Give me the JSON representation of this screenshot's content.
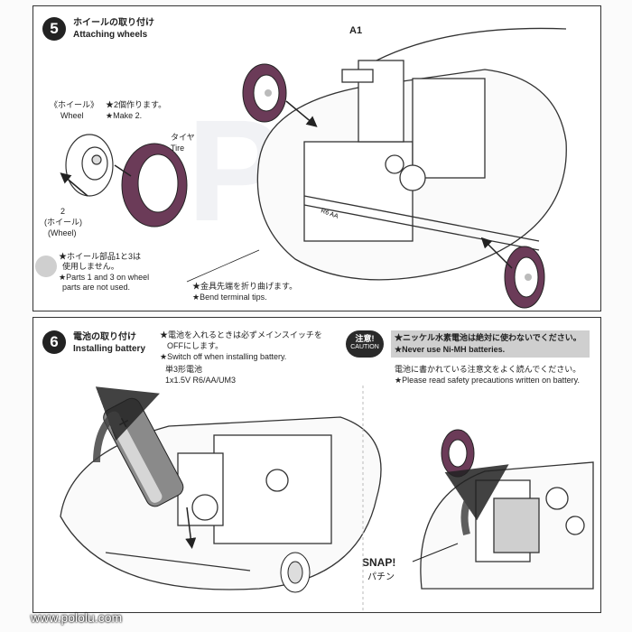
{
  "step5": {
    "number": "5",
    "title_jp": "ホイールの取り付け",
    "title_en": "Attaching wheels",
    "part_label": "A1",
    "wheel_label_jp": "《ホイール》",
    "wheel_label_en": "Wheel",
    "make2_jp": "★2個作ります。",
    "make2_en": "★Make 2.",
    "tire_jp": "タイヤ",
    "tire_en": "Tire",
    "wheel2_num": "2",
    "wheel2_jp": "(ホイール)",
    "wheel2_en": "(Wheel)",
    "unused_jp1": "★ホイール部品1と3は",
    "unused_jp2": "使用しません。",
    "unused_en1": "★Parts 1 and 3 on wheel",
    "unused_en2": "parts are not used.",
    "bend_jp": "★金具先端を折り曲げます。",
    "bend_en": "★Bend terminal tips."
  },
  "step6": {
    "number": "6",
    "title_jp": "電池の取り付け",
    "title_en": "Installing battery",
    "switch_jp1": "★電池を入れるときは必ずメインスイッチを",
    "switch_jp2": "OFFにします。",
    "switch_en": "★Switch off when installing battery.",
    "battery_jp": "単3形電池",
    "battery_en": "1x1.5V R6/AA/UM3",
    "caution_jp": "注意!",
    "caution_en": "CAUTION",
    "nimh_jp": "★ニッケル水素電池は絶対に使わないでください。",
    "nimh_en": "★Never use Ni-MH batteries.",
    "safety_jp": "電池に書かれている注意文をよく読んでください。",
    "safety_en": "★Please read safety precautions written on battery.",
    "snap_en": "SNAP!",
    "snap_jp": "パチン"
  },
  "footer": {
    "url": "www.pololu.com"
  },
  "colors": {
    "tire": "#6b3b58",
    "caution_box": "#cfcfcf",
    "ink": "#222222"
  }
}
